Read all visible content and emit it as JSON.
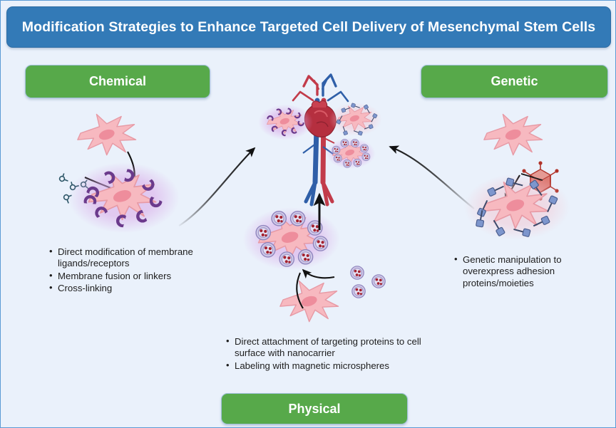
{
  "figure": {
    "title": "Modification Strategies to Enhance Targeted Cell Delivery of Mesenchymal Stem Cells",
    "background_color": "#eaf1fb",
    "border_color": "#5b9bd5"
  },
  "title_bar": {
    "label": "Modification Strategies to Enhance Targeted Cell Delivery of Mesenchymal Stem Cells",
    "fill_color": "#337ab7",
    "text_color": "#ffffff"
  },
  "sections": {
    "chemical": {
      "header": "Chemical",
      "header_color": "#57a94a",
      "bullets": [
        "Direct modification of membrane ligands/receptors",
        "Membrane fusion or linkers",
        "Cross-linking"
      ]
    },
    "genetic": {
      "header": "Genetic",
      "header_color": "#57a94a",
      "bullets": [
        "Genetic manipulation to overexpress adhesion proteins/moieties"
      ]
    },
    "physical": {
      "header": "Physical",
      "header_color": "#57a94a",
      "bullets": [
        "Direct attachment of targeting proteins to cell surface with nanocarrier",
        "Labeling with magnetic microspheres"
      ]
    }
  },
  "artwork": {
    "cell_fill": "#f7b9c0",
    "cell_stroke": "#e79aa5",
    "nucleus_color": "#ee8d9c",
    "chemical_receptor_color": "#6b3a8c",
    "genetic_receptor_color": "#6e87c4",
    "microsphere_color": "#a9a0cf",
    "microsphere_core_color": "#a32230",
    "virus_color": "#c0392b",
    "artery_color": "#c23b4a",
    "vein_color": "#2f5fa8",
    "heart_color": "#b52f3f",
    "molecule_color": "#2c5566",
    "arrow_color": "#111111"
  }
}
